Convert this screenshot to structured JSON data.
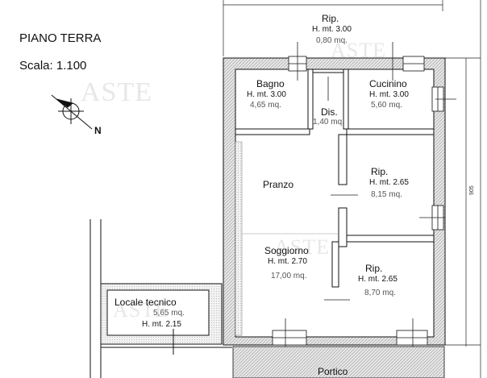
{
  "title": "PIANO TERRA",
  "scale": "Scala: 1.100",
  "north_label": "N",
  "watermark": "ASTE",
  "rooms": {
    "rip_top": {
      "name": "Rip.",
      "height": "H. mt. 3.00",
      "area": "0,80 mq."
    },
    "bagno": {
      "name": "Bagno",
      "height": "H. mt. 3.00",
      "area": "4,65 mq."
    },
    "dis": {
      "name": "Dis.",
      "area": "1,40 mq."
    },
    "cucinino": {
      "name": "Cucinino",
      "height": "H. mt. 3.00",
      "area": "5,60 mq."
    },
    "pranzo": {
      "name": "Pranzo"
    },
    "rip_mid": {
      "name": "Rip.",
      "height": "H. mt. 2.65",
      "area": "8,15 mq."
    },
    "soggiorno": {
      "name": "Soggiorno",
      "height": "H. mt. 2.70",
      "area": "17,00 mq."
    },
    "rip_low": {
      "name": "Rip.",
      "height": "H. mt. 2.65",
      "area": "8,70 mq."
    },
    "locale": {
      "name": "Locale tecnico",
      "area": "5,65 mq.",
      "height": "H. mt. 2.15"
    },
    "portico": {
      "name": "Portico"
    }
  },
  "dimensions": {
    "right": "905"
  },
  "colors": {
    "line": "#111111",
    "hatch": "#888888"
  }
}
